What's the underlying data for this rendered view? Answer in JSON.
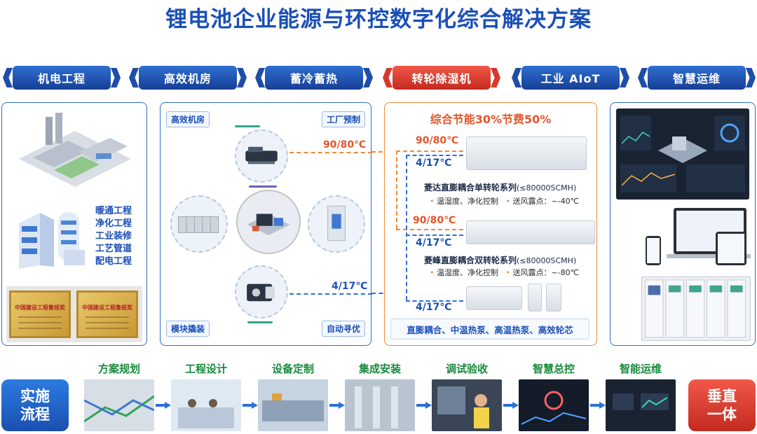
{
  "title": "锂电池企业能源与环控数字化综合解决方案",
  "tabs": [
    {
      "label": "机电工程",
      "active": false
    },
    {
      "label": "高效机房",
      "active": false
    },
    {
      "label": "蓄冷蓄热",
      "active": false
    },
    {
      "label": "转轮除湿机",
      "active": true
    },
    {
      "label": "工业 AIoT",
      "active": false
    },
    {
      "label": "智慧运维",
      "active": false
    }
  ],
  "mech": {
    "items": [
      "暖通工程",
      "净化工程",
      "工业装修",
      "工艺管道",
      "配电工程"
    ],
    "award_text": "中国建设工程鲁班奖"
  },
  "room": {
    "tag_tl": "高效机房",
    "tag_tr": "工厂预制",
    "tag_bl": "模块撬装",
    "tag_br": "自动寻优",
    "temp_hot": "90/80℃",
    "temp_cold": "4/17℃"
  },
  "dehum": {
    "headline": "综合节能30%节费50%",
    "temp_hot": "90/80℃",
    "temp_cold": "4/17℃",
    "s1_name": "菱达直膨耦合单转轮系列",
    "s1_cap": "(≤80000SCMH)",
    "s1_b1": "温湿度、净化控制",
    "s1_b2": "送风露点：~-40℃",
    "s2_name": "菱峰直膨耦合双转轮系列",
    "s2_cap": "(≤80000SCMH)",
    "s2_b1": "温湿度、净化控制",
    "s2_b2": "送风露点：~-80℃",
    "bottom": "直膨耦合、中温热泵、高温热泵、高效轮芯"
  },
  "process": {
    "start": "实施流程",
    "end": "垂直一体",
    "steps": [
      "方案规划",
      "工程设计",
      "设备定制",
      "集成安装",
      "调试验收",
      "智慧总控",
      "智能运维"
    ]
  },
  "colors": {
    "brand_blue": "#1b4fb8",
    "accent_red": "#d6392c",
    "accent_orange": "#f08a3a",
    "step_green": "#178a3a"
  }
}
